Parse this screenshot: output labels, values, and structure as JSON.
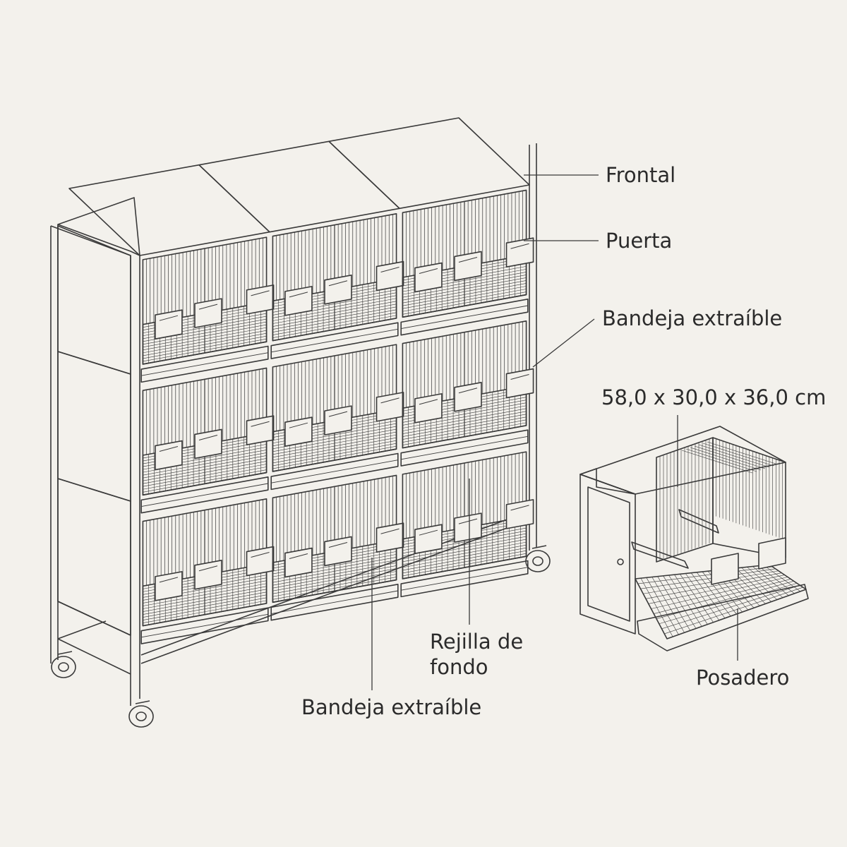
{
  "labels": {
    "frontal": "Frontal",
    "door": "Puerta",
    "tray_top": "Bandeja extraíble",
    "dimensions": "58,0 x 30,0 x 36,0 cm",
    "bottom_grid": "Rejilla de\nfondo",
    "tray_bottom": "Bandeja extraíble",
    "perch": "Posadero"
  },
  "colors": {
    "background": "#f3f1ec",
    "line": "#3a3a3a",
    "text": "#2b2b2b"
  },
  "cabinet": {
    "rows": 3,
    "columns": 3
  }
}
